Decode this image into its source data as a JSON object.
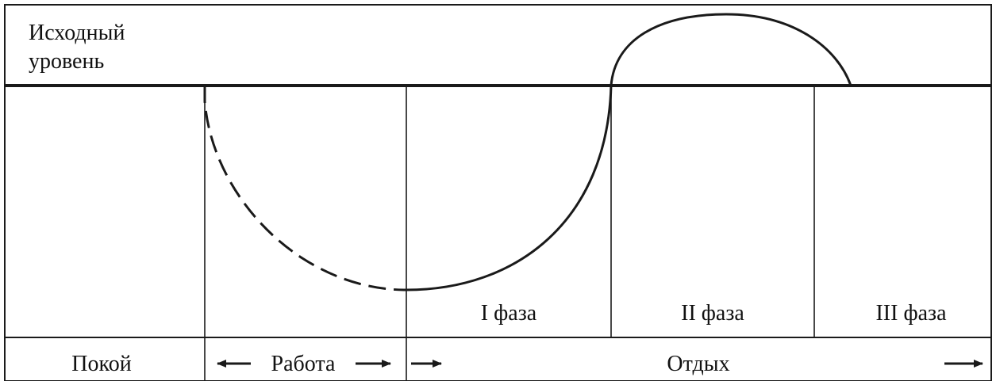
{
  "baseline_label": [
    "Исходный",
    "уровень"
  ],
  "phases": [
    {
      "label": "I фаза"
    },
    {
      "label": "II фаза"
    },
    {
      "label": "III фаза"
    }
  ],
  "bottom": {
    "rest": "Покой",
    "work": "Работа",
    "recovery": "Отдых"
  },
  "colors": {
    "line": "#1a1a1a",
    "background": "#ffffff"
  }
}
